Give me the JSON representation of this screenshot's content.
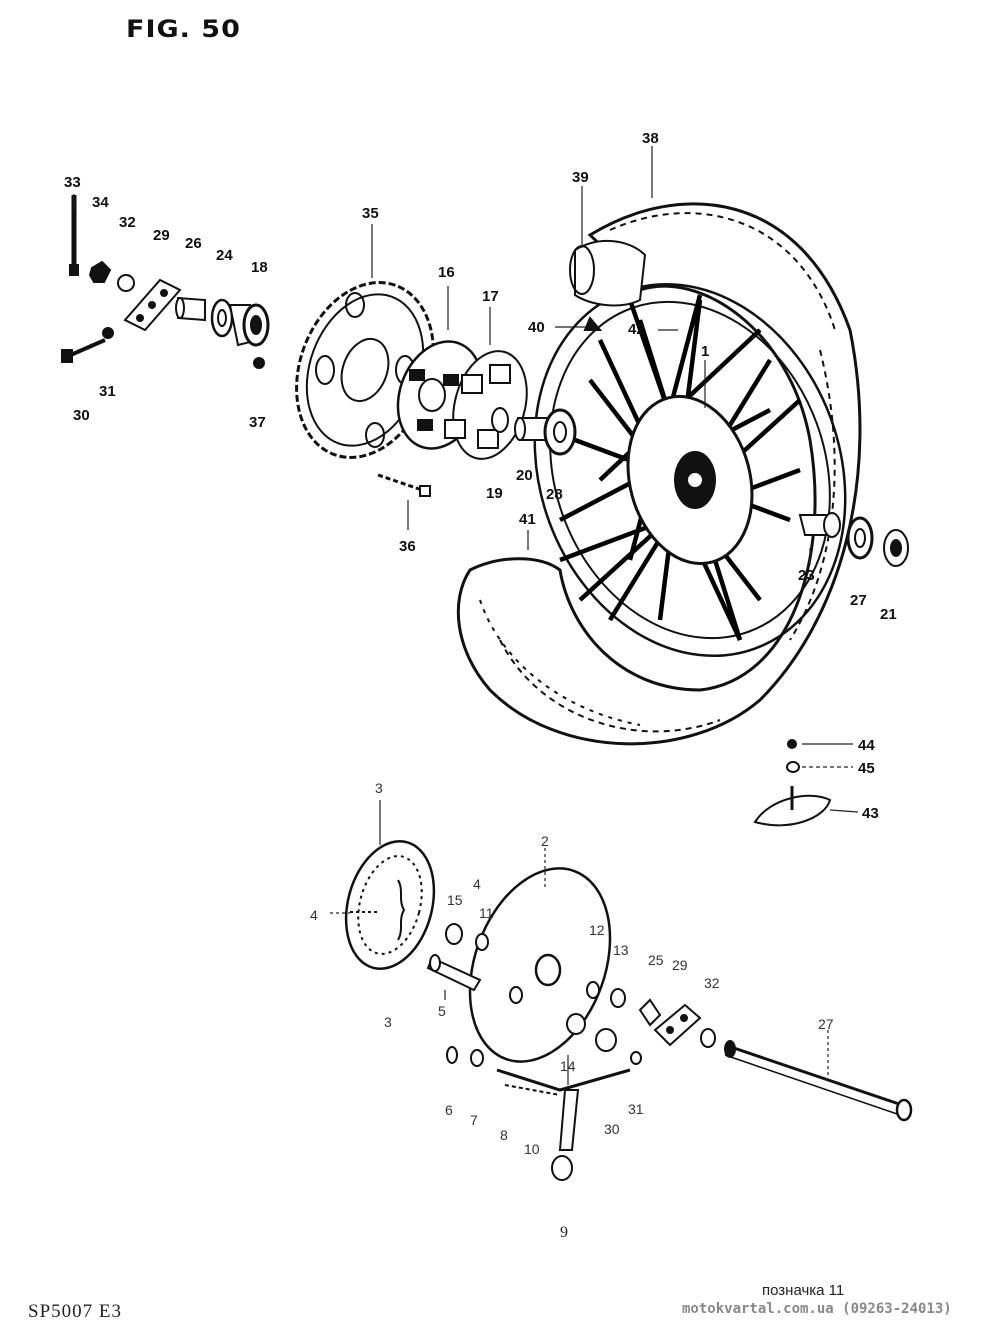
{
  "figure_title": "FIG. 50",
  "page_number": "9",
  "document_code": "SP5007 E3",
  "watermark": {
    "label": "позначка 11",
    "site": "motokvartal.com.ua (09263-24013)"
  },
  "upper_callouts": [
    "33",
    "34",
    "32",
    "29",
    "26",
    "24",
    "18",
    "30",
    "31",
    "37",
    "35",
    "16",
    "17",
    "19",
    "20",
    "28",
    "36",
    "38",
    "39",
    "40",
    "42",
    "1",
    "41",
    "23",
    "27",
    "21",
    "44",
    "45",
    "43"
  ],
  "lower_callouts": [
    "3",
    "4",
    "4",
    "15",
    "11",
    "2",
    "12",
    "13",
    "25",
    "29",
    "32",
    "27",
    "5",
    "3",
    "6",
    "7",
    "8",
    "14",
    "10",
    "30",
    "31"
  ]
}
